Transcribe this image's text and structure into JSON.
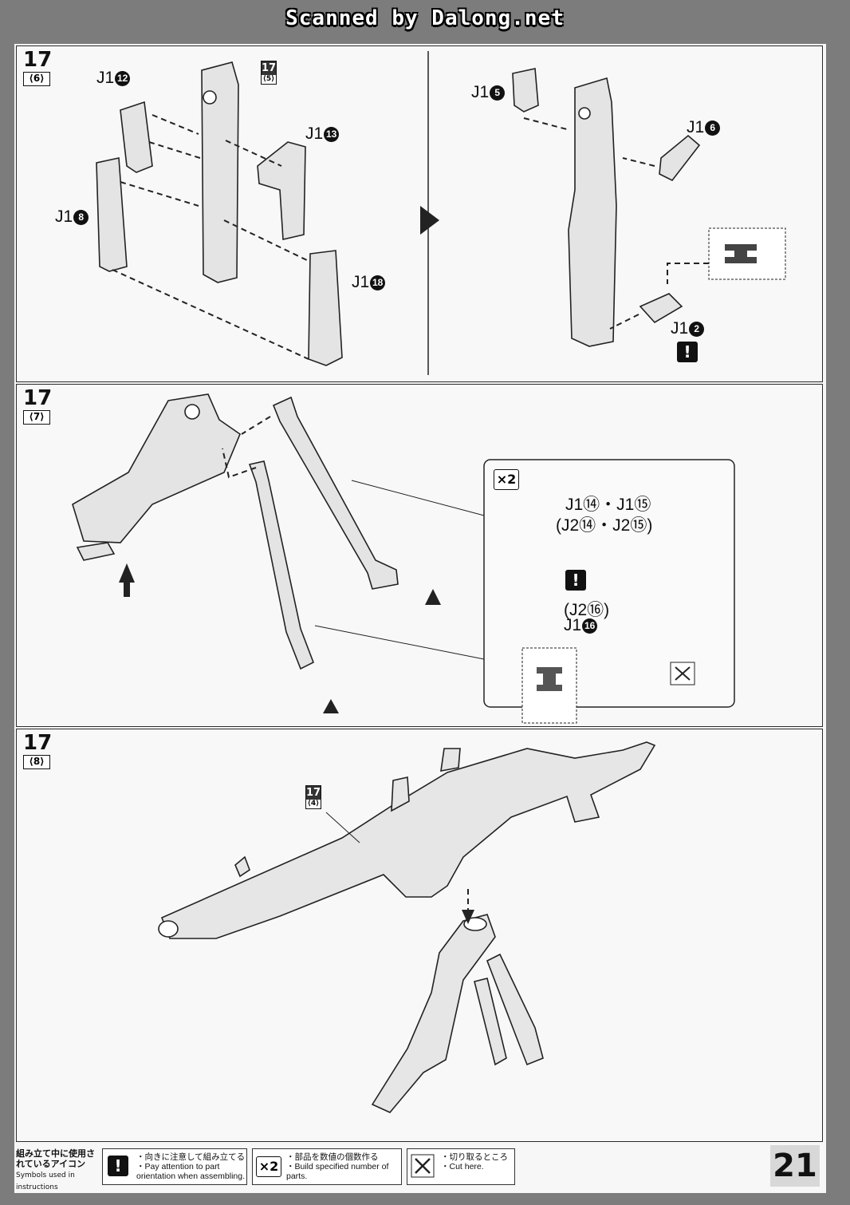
{
  "banner": "Scanned by Dalong.net",
  "steps": {
    "s1": {
      "num": "17",
      "sub": "6",
      "ref_num": "17",
      "ref_sub": "5",
      "parts": {
        "a": "J1",
        "a_n": "12",
        "b": "J1",
        "b_n": "13",
        "c": "J1",
        "c_n": "8",
        "d": "J1",
        "d_n": "18",
        "e": "J1",
        "e_n": "5",
        "f": "J1",
        "f_n": "6",
        "g": "J1",
        "g_n": "2"
      }
    },
    "s2": {
      "num": "17",
      "sub": "7",
      "multiplier": "×2",
      "parts": {
        "line1": "J1⑭・J1⑮",
        "line2": "(J2⑭・J2⑮)",
        "line3": "(J2⑯)",
        "line4": "J1",
        "line4_n": "16"
      }
    },
    "s3": {
      "num": "17",
      "sub": "8",
      "ref_num": "17",
      "ref_sub": "4"
    }
  },
  "legend": {
    "title_jp": "組み立て中に使用されているアイコン",
    "title_en": "Symbols used in instructions",
    "items": [
      {
        "icon": "exclamation-icon",
        "jp": "・向きに注意して組み立てる",
        "en": "・Pay attention to part orientation when assembling."
      },
      {
        "icon": "multiplier-icon",
        "label": "×2",
        "jp": "・部品を数値の個数作る",
        "en": "・Build specified number of parts."
      },
      {
        "icon": "nipper-icon",
        "jp": "・切り取るところ",
        "en": "・Cut here."
      }
    ]
  },
  "page_number": "21"
}
